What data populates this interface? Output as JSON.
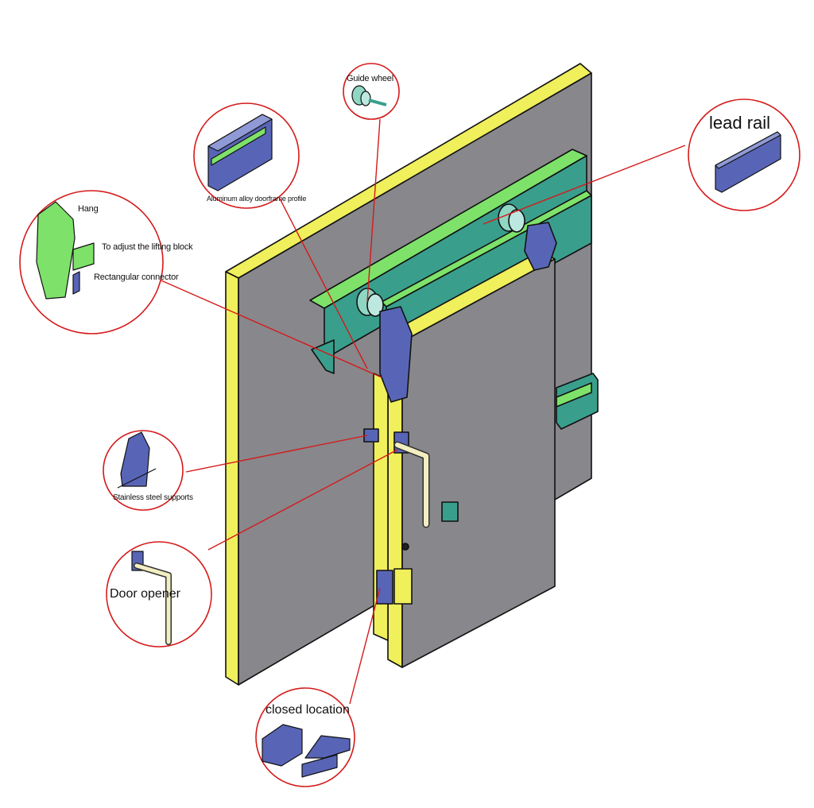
{
  "callouts": {
    "guide_wheel": "Guide wheel",
    "lead_rail": "lead rail",
    "profile": "Aluminum alloy doorframe profile",
    "hang": "Hang",
    "lifting_block": "To adjust the lifting block",
    "rect_connector": "Rectangular connector",
    "stainless_supports": "Stainless steel supports",
    "door_opener": "Door opener",
    "closed_location": "closed location"
  },
  "colors": {
    "panel_face": "#88878c",
    "panel_edge": "#f0ef5c",
    "rail": "#3a9e8c",
    "rail_green": "#7ee26a",
    "hardware_blue": "#5865b6",
    "leader_line": "#d51a1a"
  }
}
